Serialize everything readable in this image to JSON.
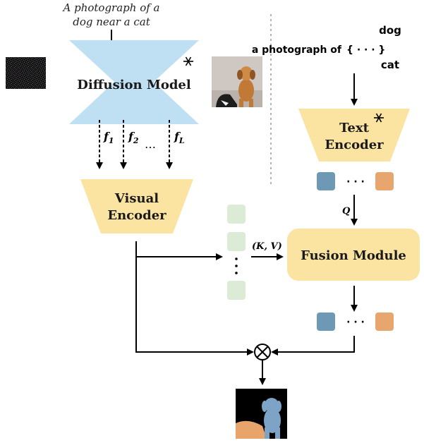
{
  "prompt": {
    "line1": "A photograph of a",
    "line2": "dog near a cat"
  },
  "diffusion_model": {
    "label": "Diffusion Model"
  },
  "features": {
    "f1": "f",
    "f1_sub": "1",
    "f2": "f",
    "f2_sub": "2",
    "ellipsis": "…",
    "fL": "f",
    "fL_sub": "L"
  },
  "visual_encoder": {
    "line1": "Visual",
    "line2": "Encoder"
  },
  "text_side": {
    "word_top": "dog",
    "template": "a photograph of",
    "brace": "{ · · · }",
    "word_bottom": "cat"
  },
  "text_encoder": {
    "line1": "Text",
    "line2": "Encoder"
  },
  "query_label": "Q",
  "kv_label": "(K, V)",
  "fusion_module": {
    "label": "Fusion Module"
  },
  "token_ellipsis": "· · ·",
  "colors": {
    "trapezoid_blue": "#bfe0f3",
    "trapezoid_yellow": "#fbe3a2",
    "fusion_yellow": "#fbe3a2",
    "token_blue": "#6e99b5",
    "token_orange": "#e7a66e",
    "token_green": "#dbebd6"
  }
}
